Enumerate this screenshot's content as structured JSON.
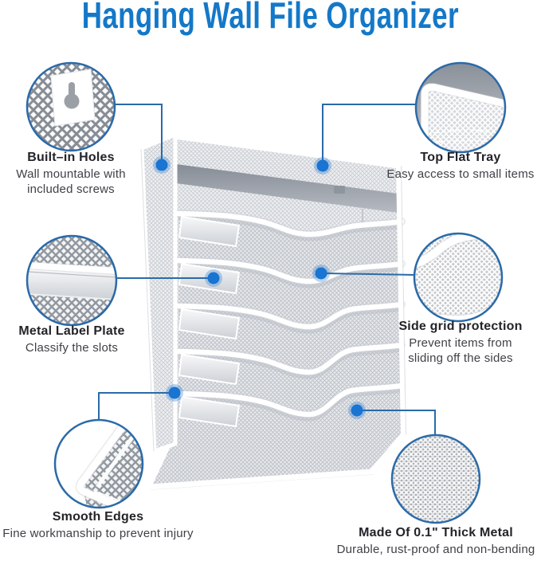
{
  "title": "Hanging Wall File Organizer",
  "theme": {
    "title_color": "#1478c8",
    "line_color": "#2b6aa8",
    "dot_color": "#1974d2",
    "heading_color": "#232329",
    "body_color": "#3f3f47"
  },
  "features": [
    {
      "id": "built-in-holes",
      "title": "Built–in Holes",
      "desc": "Wall mountable with included screws"
    },
    {
      "id": "top-flat-tray",
      "title": "Top Flat Tray",
      "desc": "Easy access to small items"
    },
    {
      "id": "metal-label-plate",
      "title": "Metal Label Plate",
      "desc": "Classify the slots"
    },
    {
      "id": "side-grid-protection",
      "title": "Side grid protection",
      "desc": "Prevent items from sliding off the sides"
    },
    {
      "id": "smooth-edges",
      "title": "Smooth Edges",
      "desc": "Fine workmanship to prevent injury"
    },
    {
      "id": "made-of-0-1-thick-metal",
      "title": "Made Of 0.1\" Thick Metal",
      "desc": "Durable, rust-proof and non-bending"
    }
  ]
}
